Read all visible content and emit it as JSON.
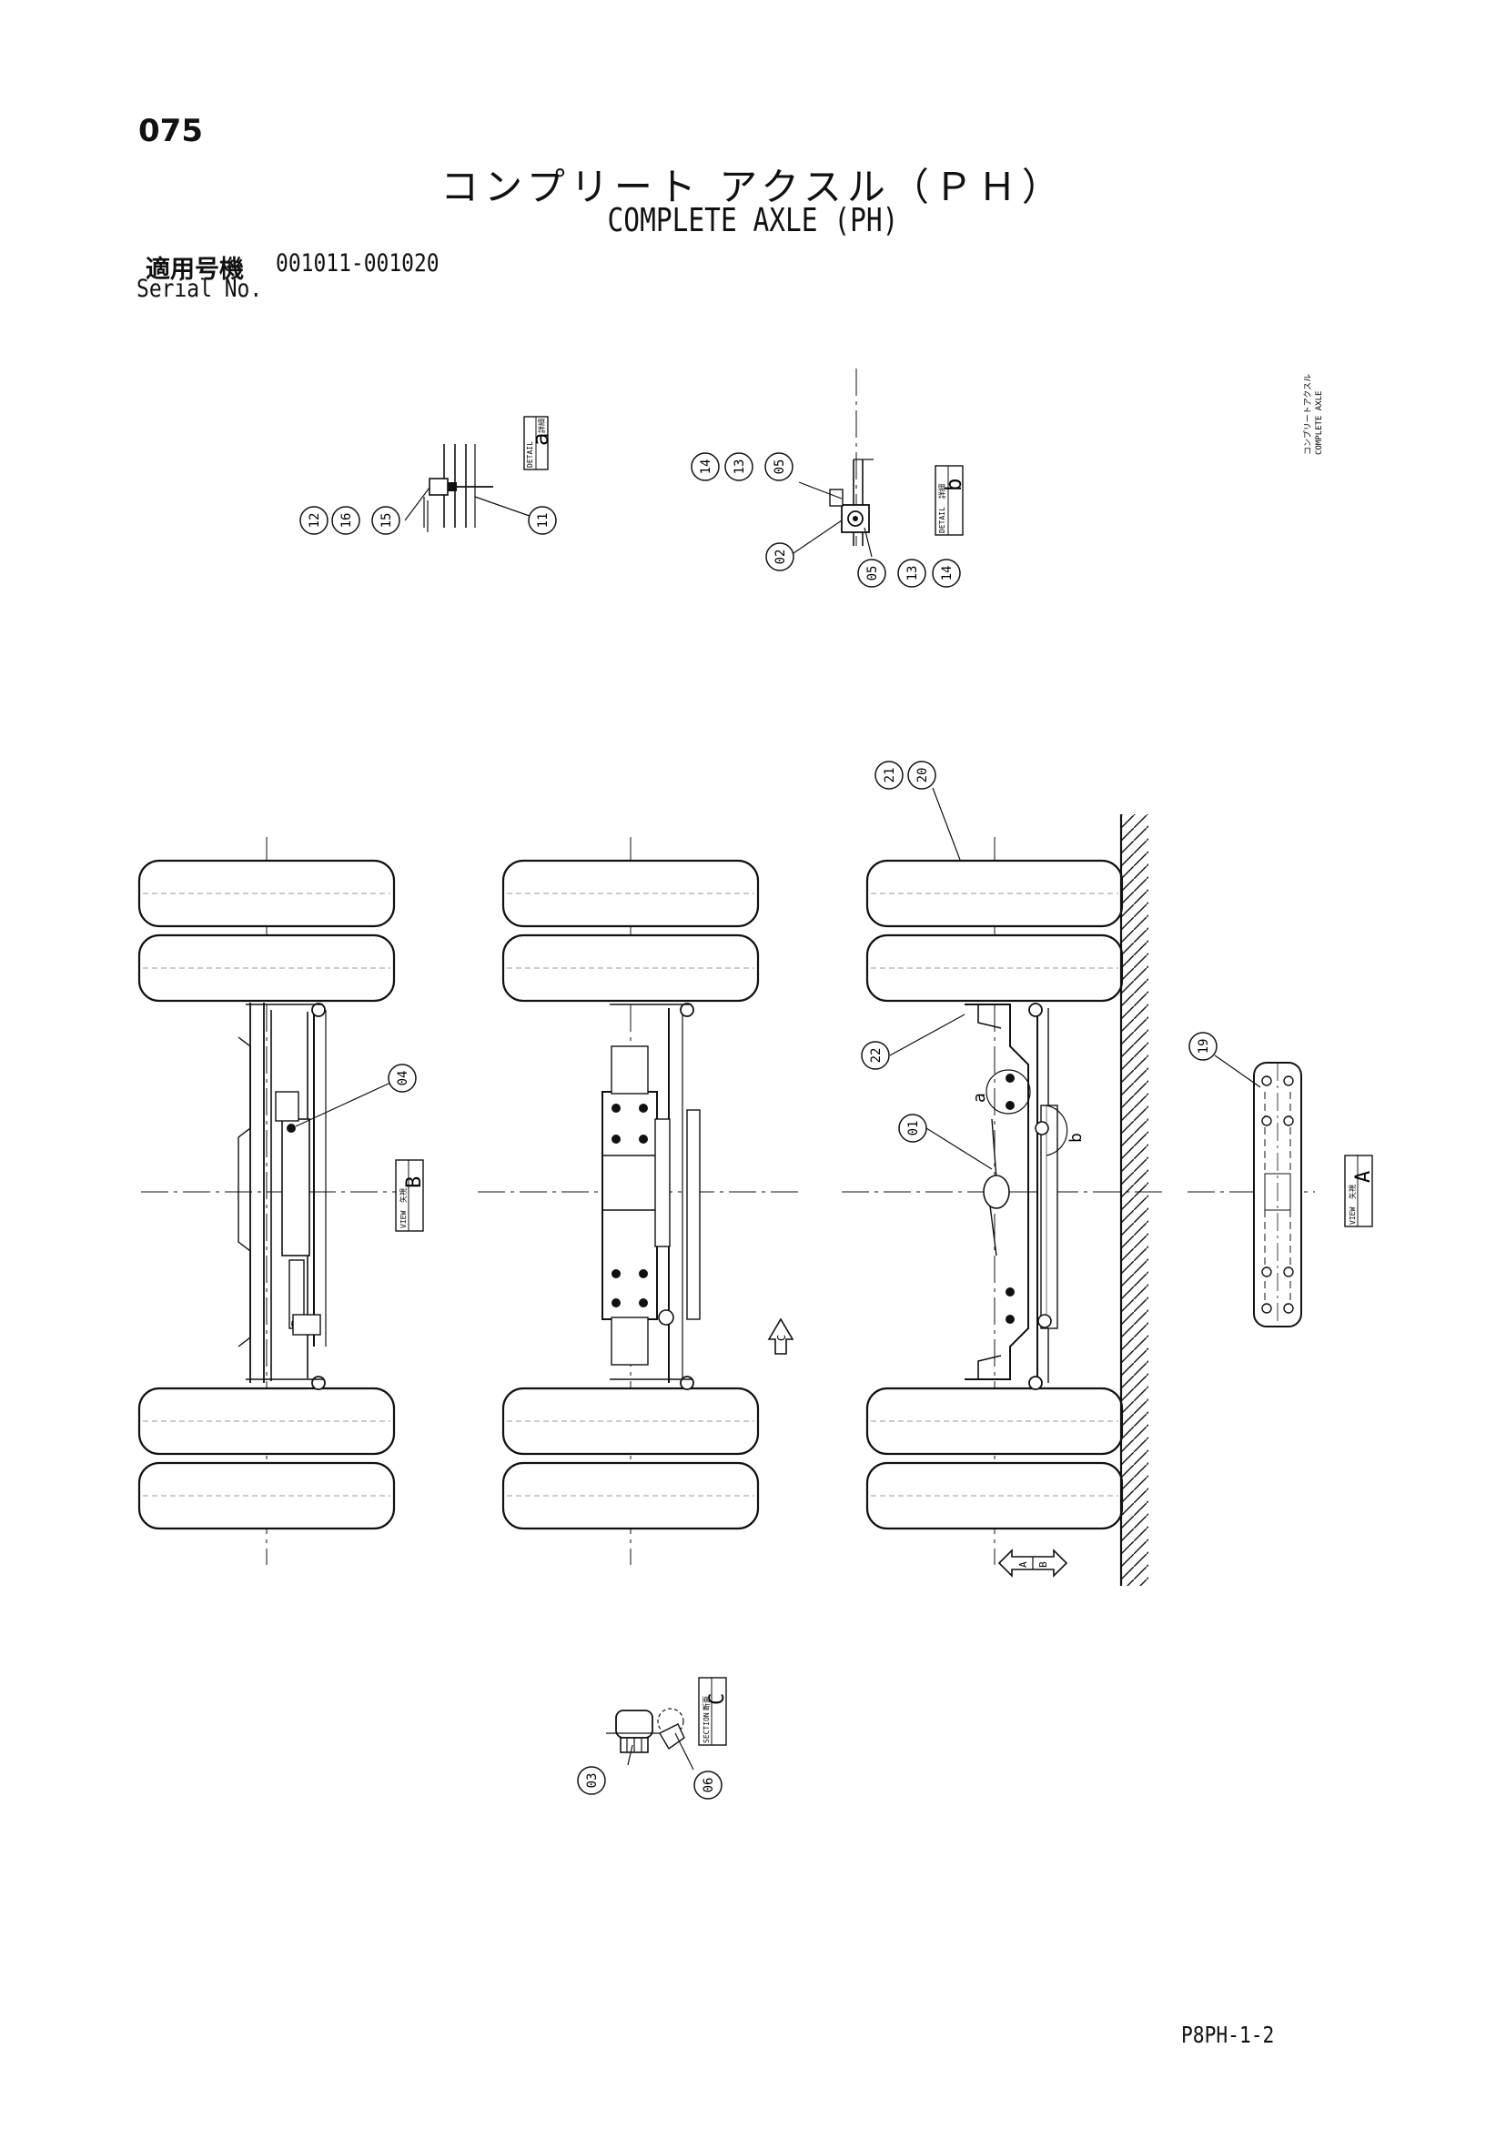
{
  "page_number": "075",
  "title_jp": "コンプリート アクスル（ＰＨ）",
  "title_en": "COMPLETE AXLE (PH)",
  "serial": {
    "label_jp": "適用号機",
    "range": "001011-001020",
    "label_en": "Serial No."
  },
  "side_note": {
    "jp": "コンプリートアクスル",
    "en": "COMPLETE AXLE"
  },
  "footer_code": "P8PH-1-2",
  "views": {
    "detail_a": {
      "kanji": "詳細",
      "word": "DETAIL",
      "letter": "a"
    },
    "detail_b": {
      "kanji": "詳細",
      "word": "DETAIL",
      "letter": "b"
    },
    "view_b": {
      "kanji": "矢視",
      "word": "VIEW",
      "letter": "B"
    },
    "view_a": {
      "kanji": "矢視",
      "word": "VIEW",
      "letter": "A"
    },
    "section_c": {
      "kanji": "断面",
      "word": "SECTION",
      "letter": "C"
    }
  },
  "arrows": {
    "c": "C",
    "a": "A",
    "b": "B"
  },
  "markers": {
    "a": "a",
    "b": "b"
  },
  "callouts": [
    {
      "id": "c-a-12",
      "label": "12"
    },
    {
      "id": "c-a-16",
      "label": "16"
    },
    {
      "id": "c-a-15",
      "label": "15"
    },
    {
      "id": "c-a-11",
      "label": "11"
    },
    {
      "id": "c-b-14t",
      "label": "14"
    },
    {
      "id": "c-b-13t",
      "label": "13"
    },
    {
      "id": "c-b-05t",
      "label": "05"
    },
    {
      "id": "c-b-02",
      "label": "02"
    },
    {
      "id": "c-b-05b",
      "label": "05"
    },
    {
      "id": "c-b-13b",
      "label": "13"
    },
    {
      "id": "c-b-14b",
      "label": "14"
    },
    {
      "id": "c-21",
      "label": "21"
    },
    {
      "id": "c-20",
      "label": "20"
    },
    {
      "id": "c-04",
      "label": "04"
    },
    {
      "id": "c-22",
      "label": "22"
    },
    {
      "id": "c-01",
      "label": "01"
    },
    {
      "id": "c-19",
      "label": "19"
    },
    {
      "id": "c-03",
      "label": "03"
    },
    {
      "id": "c-06",
      "label": "06"
    }
  ]
}
